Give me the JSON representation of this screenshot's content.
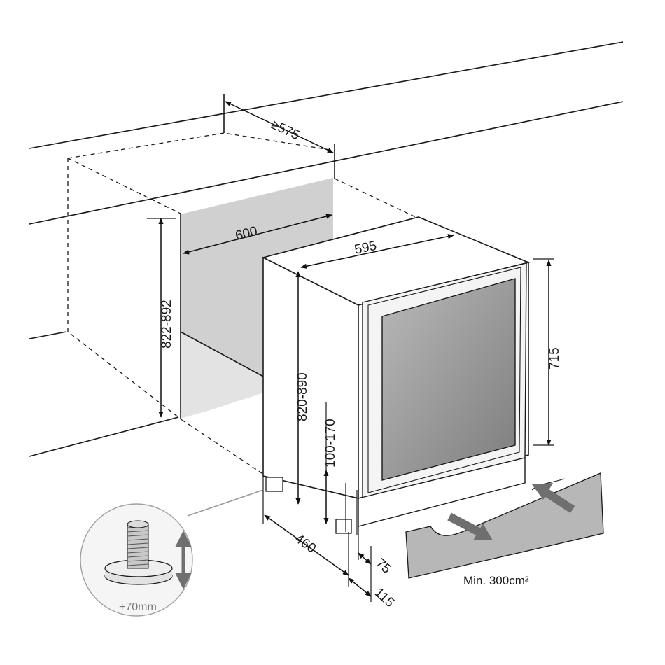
{
  "dimensions": {
    "depth_niche": "≥575",
    "width_niche": "600",
    "height_niche": "822-892",
    "width_unit": "595",
    "height_unit_range": "820-890",
    "height_top": "715",
    "plinth_height": "100-170",
    "depth_unit": "460",
    "plinth_setback": "75",
    "plinth_clearance": "115"
  },
  "ventilation": {
    "label": "Min. 300cm²"
  },
  "foot_detail": {
    "label": "+70mm"
  },
  "colors": {
    "line": "#1a1a1a",
    "niche_wall": "#d0d0d0",
    "glass": "#9a9a9a",
    "grille": "#b7b7b7",
    "arrow": "#6f6f6f"
  }
}
